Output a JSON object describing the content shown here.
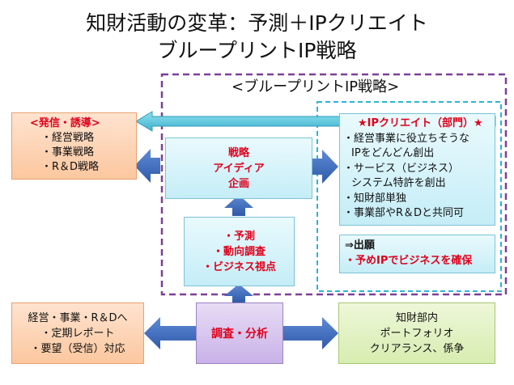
{
  "title": {
    "line1": "知財活動の変革：予測＋IPクリエイト",
    "line2": "ブループリントIP戦略"
  },
  "frame_label": "<ブループリントIP戦略>",
  "left_top": {
    "heading": "<発信・誘導>",
    "items": [
      "・経営戦略",
      "・事業戦略",
      "・R＆D戦略"
    ]
  },
  "center_top": {
    "lines": [
      "戦略",
      "アイディア",
      "企画"
    ]
  },
  "center_mid": {
    "lines": [
      "・予測",
      "・動向調査",
      "・ビジネス視点"
    ]
  },
  "center_bottom": {
    "label": "調査・分析"
  },
  "right_top": {
    "heading": "★IPクリエイト（部門）★",
    "items": [
      "・経営事業に役立ちそうな",
      "IPをどんどん創出",
      "・サービス（ビジネス）",
      "システム特許を創出",
      "・知財部単独",
      "・事業部やR＆Dと共同可"
    ]
  },
  "right_mid": {
    "heading": "⇒出願",
    "item": "・予めIPでビジネスを確保"
  },
  "left_bottom": {
    "lines": [
      "経営・事業・R＆Dへ",
      "・定期レポート",
      "・要望（受信）対応"
    ]
  },
  "right_bottom": {
    "lines": [
      "知財部内",
      "ポートフォリオ",
      "クリアランス、係争"
    ]
  },
  "colors": {
    "arrow_blue": "#3d69b8",
    "arrow_cyan": "#5bc0d8",
    "frame_purple": "#7d3f98",
    "frame_cyan": "#2bb3d9",
    "accent_red": "#e0001b"
  }
}
